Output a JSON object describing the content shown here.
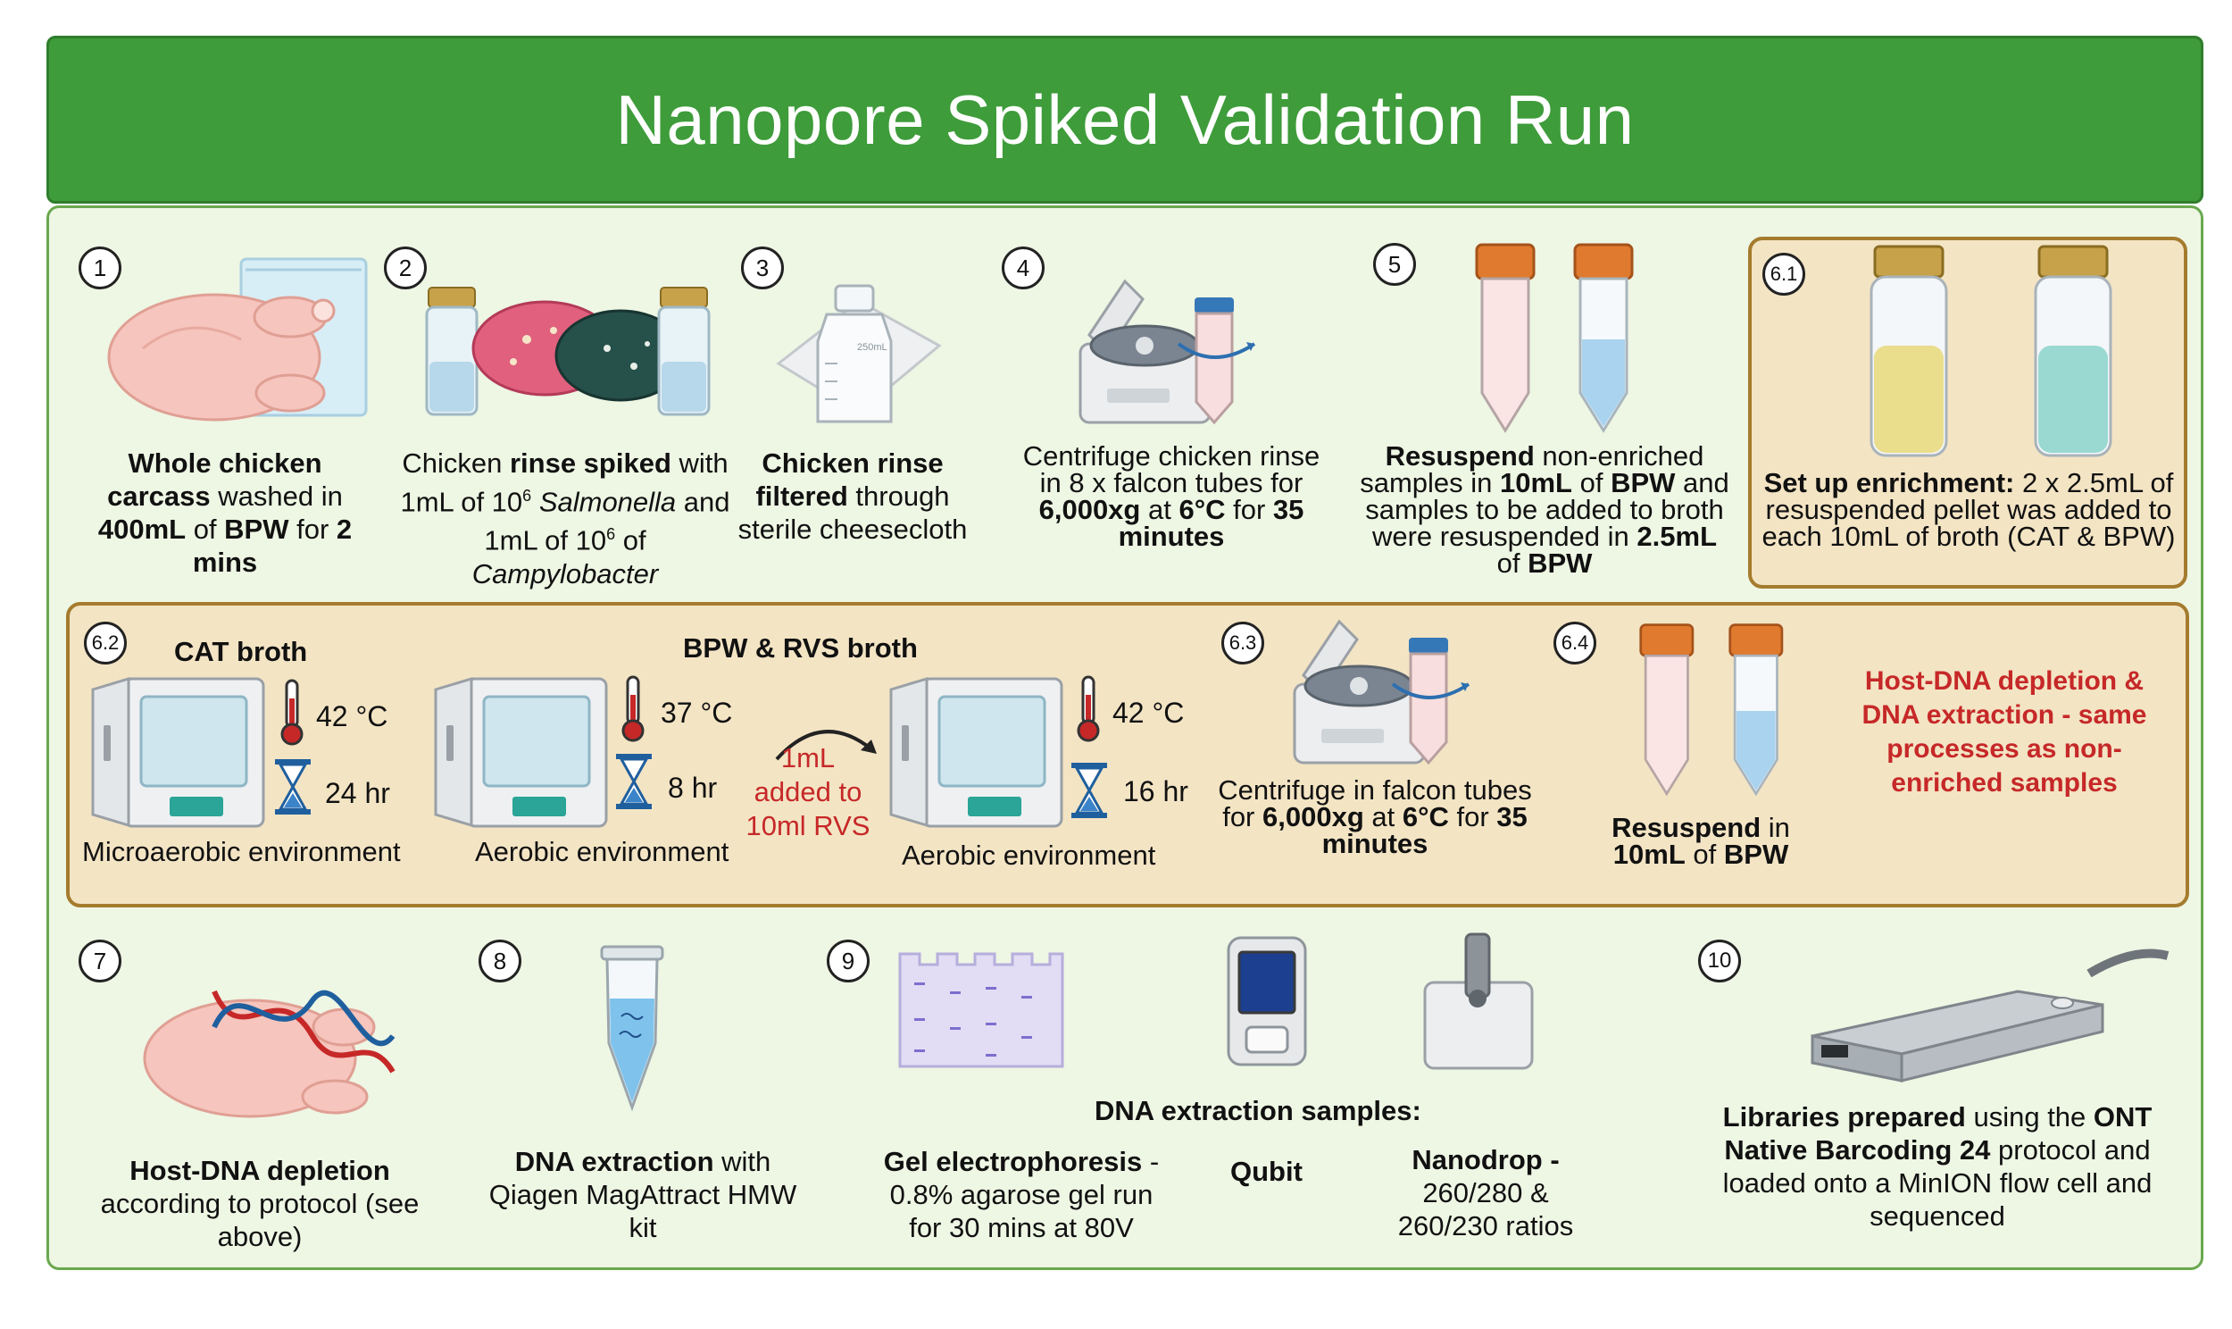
{
  "title": "Nanopore Spiked Validation Run",
  "steps": {
    "s1": {
      "num": "1",
      "bold1": "Whole chicken carcass",
      "t1": " washed in ",
      "bold2": "400mL",
      "t2": " of ",
      "bold3": "BPW",
      "t3": " for ",
      "bold4": "2 mins"
    },
    "s2": {
      "num": "2",
      "t1": "Chicken ",
      "bold1": "rinse spiked",
      "t2": " with 1mL of 10",
      "sup1": "6",
      "ital1": "Salmonella",
      "t3": " and 1mL of 10",
      "sup2": "6",
      "t4": " of ",
      "ital2": "Campylobacter"
    },
    "s3": {
      "num": "3",
      "bold1": "Chicken rinse filtered",
      "t1": " through sterile cheesecloth",
      "bottle_label": "250mL"
    },
    "s4": {
      "num": "4",
      "t1": "Centrifuge chicken rinse in 8 x falcon tubes for ",
      "bold1": "6,000xg",
      "t2": " at ",
      "bold2": "6°C",
      "t3": " for ",
      "bold3": "35 minutes"
    },
    "s5": {
      "num": "5",
      "bold1": "Resuspend",
      "t1": " non-enriched samples in ",
      "bold2": "10mL",
      "t2": " of ",
      "bold3": "BPW",
      "t3": " and samples to be added to broth were resuspended in ",
      "bold4": "2.5mL",
      "t4": " of ",
      "bold5": "BPW"
    },
    "s61": {
      "num": "6.1",
      "bold1": "Set up enrichment:",
      "t1": " 2 x 2.5mL of resuspended pellet was added to each 10mL of broth (CAT & BPW)"
    },
    "s62": {
      "num": "6.2",
      "cat_label": "CAT broth",
      "bpw_label": "BPW & RVS broth",
      "inc1": {
        "temp": "42 °C",
        "time": "24 hr",
        "env": "Microaerobic environment"
      },
      "inc2": {
        "temp": "37 °C",
        "time": "8 hr",
        "env": "Aerobic environment"
      },
      "transfer": "1mL added to 10ml RVS",
      "inc3": {
        "temp": "42 °C",
        "time": "16 hr",
        "env": "Aerobic environment"
      }
    },
    "s63": {
      "num": "6.3",
      "t1": "Centrifuge in falcon tubes for ",
      "bold1": "6,000xg",
      "t2": " at ",
      "bold2": "6°C",
      "t3": " for ",
      "bold3": "35 minutes"
    },
    "s64": {
      "num": "6.4",
      "bold1": "Resuspend",
      "t1": " in ",
      "bold2": "10mL",
      "t2": " of ",
      "bold3": "BPW"
    },
    "host_note": "Host-DNA depletion & DNA extraction - same processes as non-enriched samples",
    "s7": {
      "num": "7",
      "bold1": "Host-DNA depletion",
      "t1": " according to protocol (see above)"
    },
    "s8": {
      "num": "8",
      "bold1": "DNA extraction",
      "t1": " with Qiagen MagAttract HMW kit"
    },
    "s9": {
      "num": "9",
      "samples_label": "DNA extraction samples:",
      "gel_bold": "Gel electrophoresis",
      "gel_t": " - 0.8% agarose gel run for 30 mins at 80V",
      "qubit": "Qubit",
      "nano_bold": "Nanodrop -",
      "nano_t": "260/280 & 260/230 ratios"
    },
    "s10": {
      "num": "10",
      "bold1": "Libraries prepared",
      "t1": " using the ",
      "bold2": "ONT Native Barcoding 24",
      "t2": " protocol and loaded onto a MinION flow cell and sequenced"
    }
  },
  "colors": {
    "header_green": "#3e9c3a",
    "panel_bg": "#eef6e4",
    "beige": "#f3e4c4",
    "beige_border": "#a57b2e",
    "accent_red": "#c62828"
  }
}
